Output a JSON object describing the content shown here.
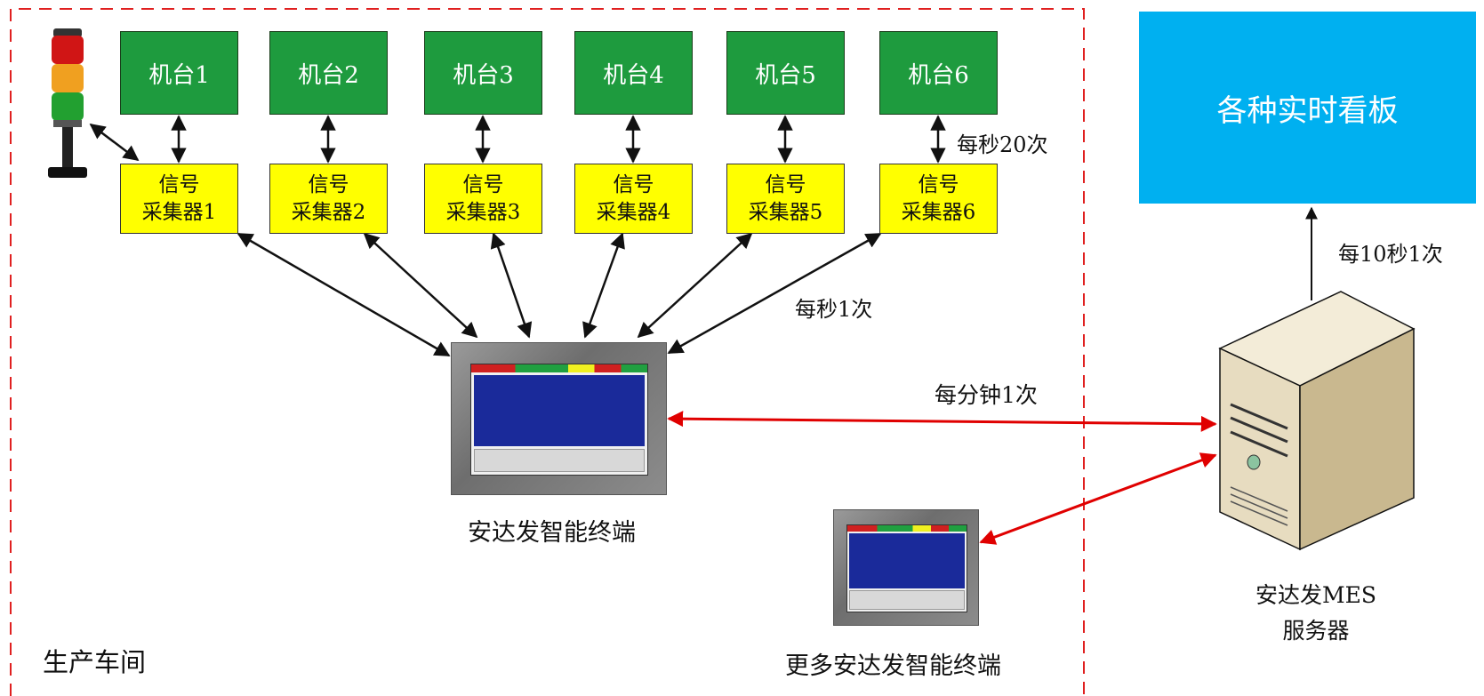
{
  "workshop": {
    "label": "生产车间",
    "border_color": "#e02020"
  },
  "machines": [
    {
      "label": "机台1"
    },
    {
      "label": "机台2"
    },
    {
      "label": "机台3"
    },
    {
      "label": "机台4"
    },
    {
      "label": "机台5"
    },
    {
      "label": "机台6"
    }
  ],
  "collectors": [
    {
      "line1": "信号",
      "line2": "采集器1"
    },
    {
      "line1": "信号",
      "line2": "采集器2"
    },
    {
      "line1": "信号",
      "line2": "采集器3"
    },
    {
      "line1": "信号",
      "line2": "采集器4"
    },
    {
      "line1": "信号",
      "line2": "采集器5"
    },
    {
      "line1": "信号",
      "line2": "采集器6"
    }
  ],
  "rates": {
    "collector_machine": "每秒20次",
    "terminal_collector": "每秒1次",
    "terminal_server": "每分钟1次",
    "server_board": "每10秒1次"
  },
  "terminal": {
    "label": "安达发智能终端"
  },
  "more_terminals": {
    "label": "更多安达发智能终端"
  },
  "server": {
    "line1": "安达发MES",
    "line2": "服务器"
  },
  "board": {
    "label": "各种实时看板"
  },
  "icons": [
    "signal-tower-icon",
    "touch-panel-terminal-icon",
    "server-tower-icon"
  ],
  "colors": {
    "machine": "#1e9b3e",
    "collector": "#ffff00",
    "board": "#00b0f0",
    "red_link": "#e00000"
  }
}
